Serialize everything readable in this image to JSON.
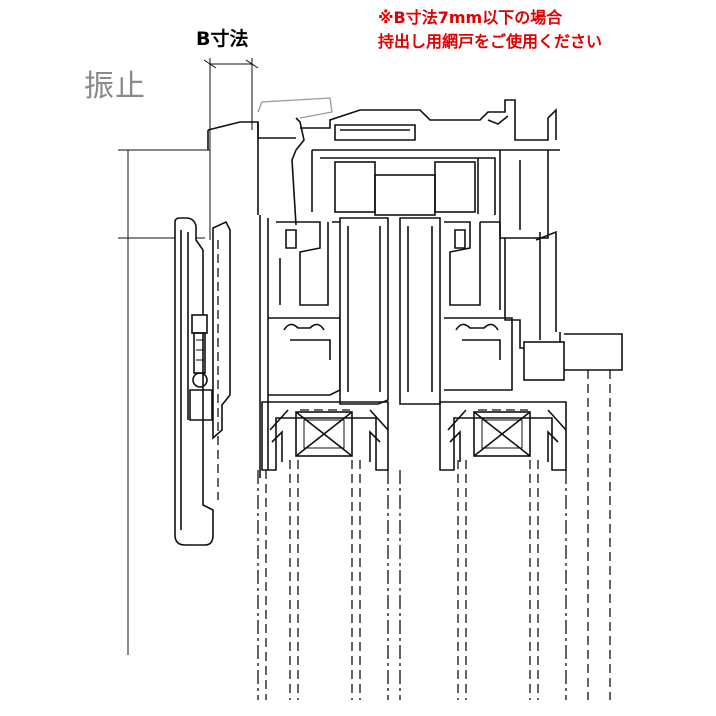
{
  "labels": {
    "dimension": "B寸法",
    "stop": "振止"
  },
  "notice": {
    "line1": "※B寸法7mm以下の場合",
    "line2": "持出し用網戸をご使用ください",
    "color": "#e00000"
  }
}
